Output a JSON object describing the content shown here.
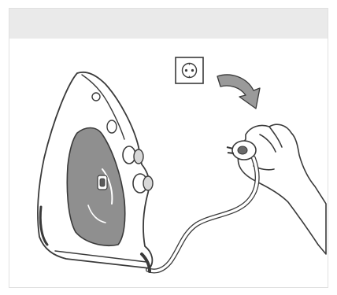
{
  "figure": {
    "kind": "instruction-illustration",
    "depicts": [
      "steam-iron",
      "power-cord",
      "wall-socket",
      "hand-unplugging",
      "curved-arrow"
    ],
    "colors": {
      "header_band": "#eaeaea",
      "stroke": "#3a3a3a",
      "soleplate_fill": "#8f8f8f",
      "arrow_fill": "#9a9a9a",
      "background": "#ffffff"
    }
  }
}
